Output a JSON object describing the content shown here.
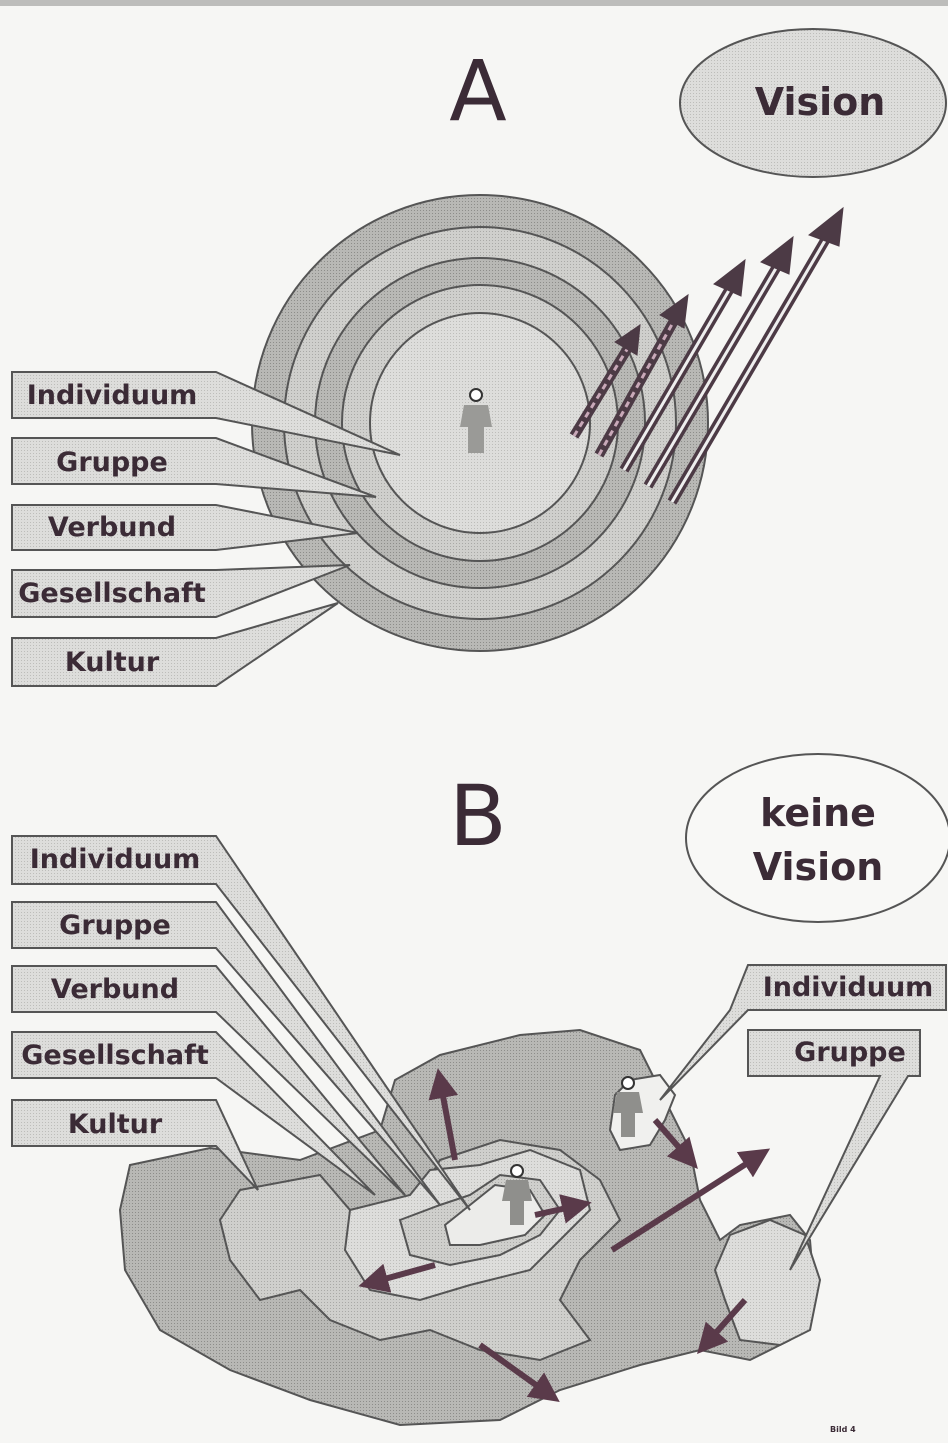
{
  "panel_a": {
    "letter": "A",
    "vision": "Vision",
    "labels": [
      "Individuum",
      "Gruppe",
      "Verbund",
      "Gesellschaft",
      "Kultur"
    ]
  },
  "panel_b": {
    "letter": "B",
    "vision_line1": "keine",
    "vision_line2": "Vision",
    "labels": [
      "Individuum",
      "Gruppe",
      "Verbund",
      "Gesellschaft",
      "Kultur"
    ],
    "right_labels": [
      "Individuum",
      "Gruppe"
    ]
  },
  "footer": "Bild 4"
}
